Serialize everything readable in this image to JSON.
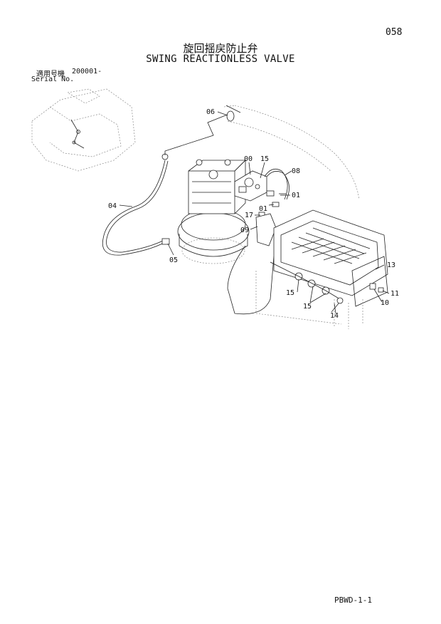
{
  "page_number": "058",
  "title_jp": "旋回揺戻防止弁",
  "title_en": "SWING REACTIONLESS VALVE",
  "serial": {
    "label_jp": "適用号機",
    "label_en": "Serial No.",
    "value": "200001-"
  },
  "callouts": {
    "c06": "06",
    "c00": "00",
    "c15a": "15",
    "c08": "08",
    "c04": "04",
    "c01a": "01",
    "c01b": "01",
    "c17": "17",
    "c09": "09",
    "c05": "05",
    "c13": "13",
    "c15b": "15",
    "c15c": "15",
    "c11": "11",
    "c10": "10",
    "c14": "14"
  },
  "footer_code": "PBWD-1-1"
}
